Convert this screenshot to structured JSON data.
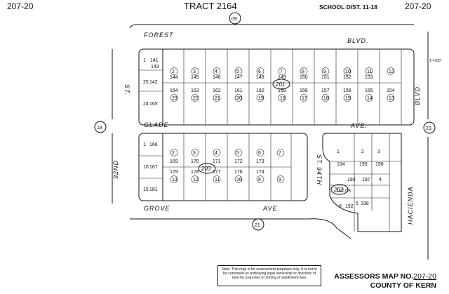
{
  "header": {
    "left_number": "207-20",
    "tract": "TRACT 2164",
    "school_district": "SCHOOL DIST. 11-18",
    "right_number": "207-20"
  },
  "streets": {
    "forest": "FOREST",
    "forest_blvd": "BLVD.",
    "glade": "GLADE",
    "glade_ave": "AVE.",
    "grove": "GROVE",
    "grove_ave": "AVE.",
    "st_92nd_num": "92ND",
    "st_92nd_st": "ST.",
    "st_94th_num": "94TH",
    "st_94th_st": "ST.",
    "hacienda": "HACIENDA",
    "blvd_right": "BLVD."
  },
  "circles": {
    "top": "09",
    "left": "18",
    "right": "23",
    "bottom": "21"
  },
  "blocks": {
    "b1": "201",
    "b2": "203",
    "b3": "202"
  },
  "scale": "1\"=100'",
  "block1": {
    "top_nums": [
      "2",
      "3",
      "4",
      "5",
      "6",
      "7",
      "8",
      "9",
      "10",
      "11",
      "12"
    ],
    "row1": [
      "144",
      "145",
      "146",
      "147",
      "148",
      "149",
      "150",
      "151",
      "152",
      "153"
    ],
    "row2": [
      "164",
      "163",
      "162",
      "161",
      "160",
      "159",
      "158",
      "157",
      "156",
      "155",
      "154"
    ],
    "bottom_nums": [
      "23",
      "22",
      "21",
      "20",
      "19",
      "18",
      "17",
      "16",
      "15",
      "14",
      "13"
    ],
    "left_lots": [
      "1",
      "141",
      "143",
      "25",
      "142",
      "24",
      "165"
    ]
  },
  "block2": {
    "top_nums": [
      "2",
      "3",
      "4",
      "5",
      "6",
      "7"
    ],
    "row1": [
      "169",
      "170",
      "171",
      "172",
      "173"
    ],
    "row2": [
      "179",
      "178",
      "177",
      "176",
      "174"
    ],
    "bottom_nums": [
      "13",
      "12",
      "11",
      "10",
      "8",
      "9"
    ],
    "left_lots": [
      "1",
      "166",
      "16",
      "167",
      "15",
      "181"
    ]
  },
  "block3": {
    "lots": [
      "1",
      "2",
      "3",
      "194",
      "195",
      "196",
      "4",
      "193",
      "197",
      "6",
      "192",
      "198",
      "5"
    ],
    "extras": [
      "112.03"
    ]
  },
  "note": "Note: This map is for assessment purposes only. It is not to be construed as portraying legal ownership or divisions of land for purposes of zoning or subdivision law.",
  "footer": {
    "line1_label": "ASSESSORS MAP NO.",
    "line1_num": "207-20",
    "line2": "COUNTY OF KERN"
  }
}
